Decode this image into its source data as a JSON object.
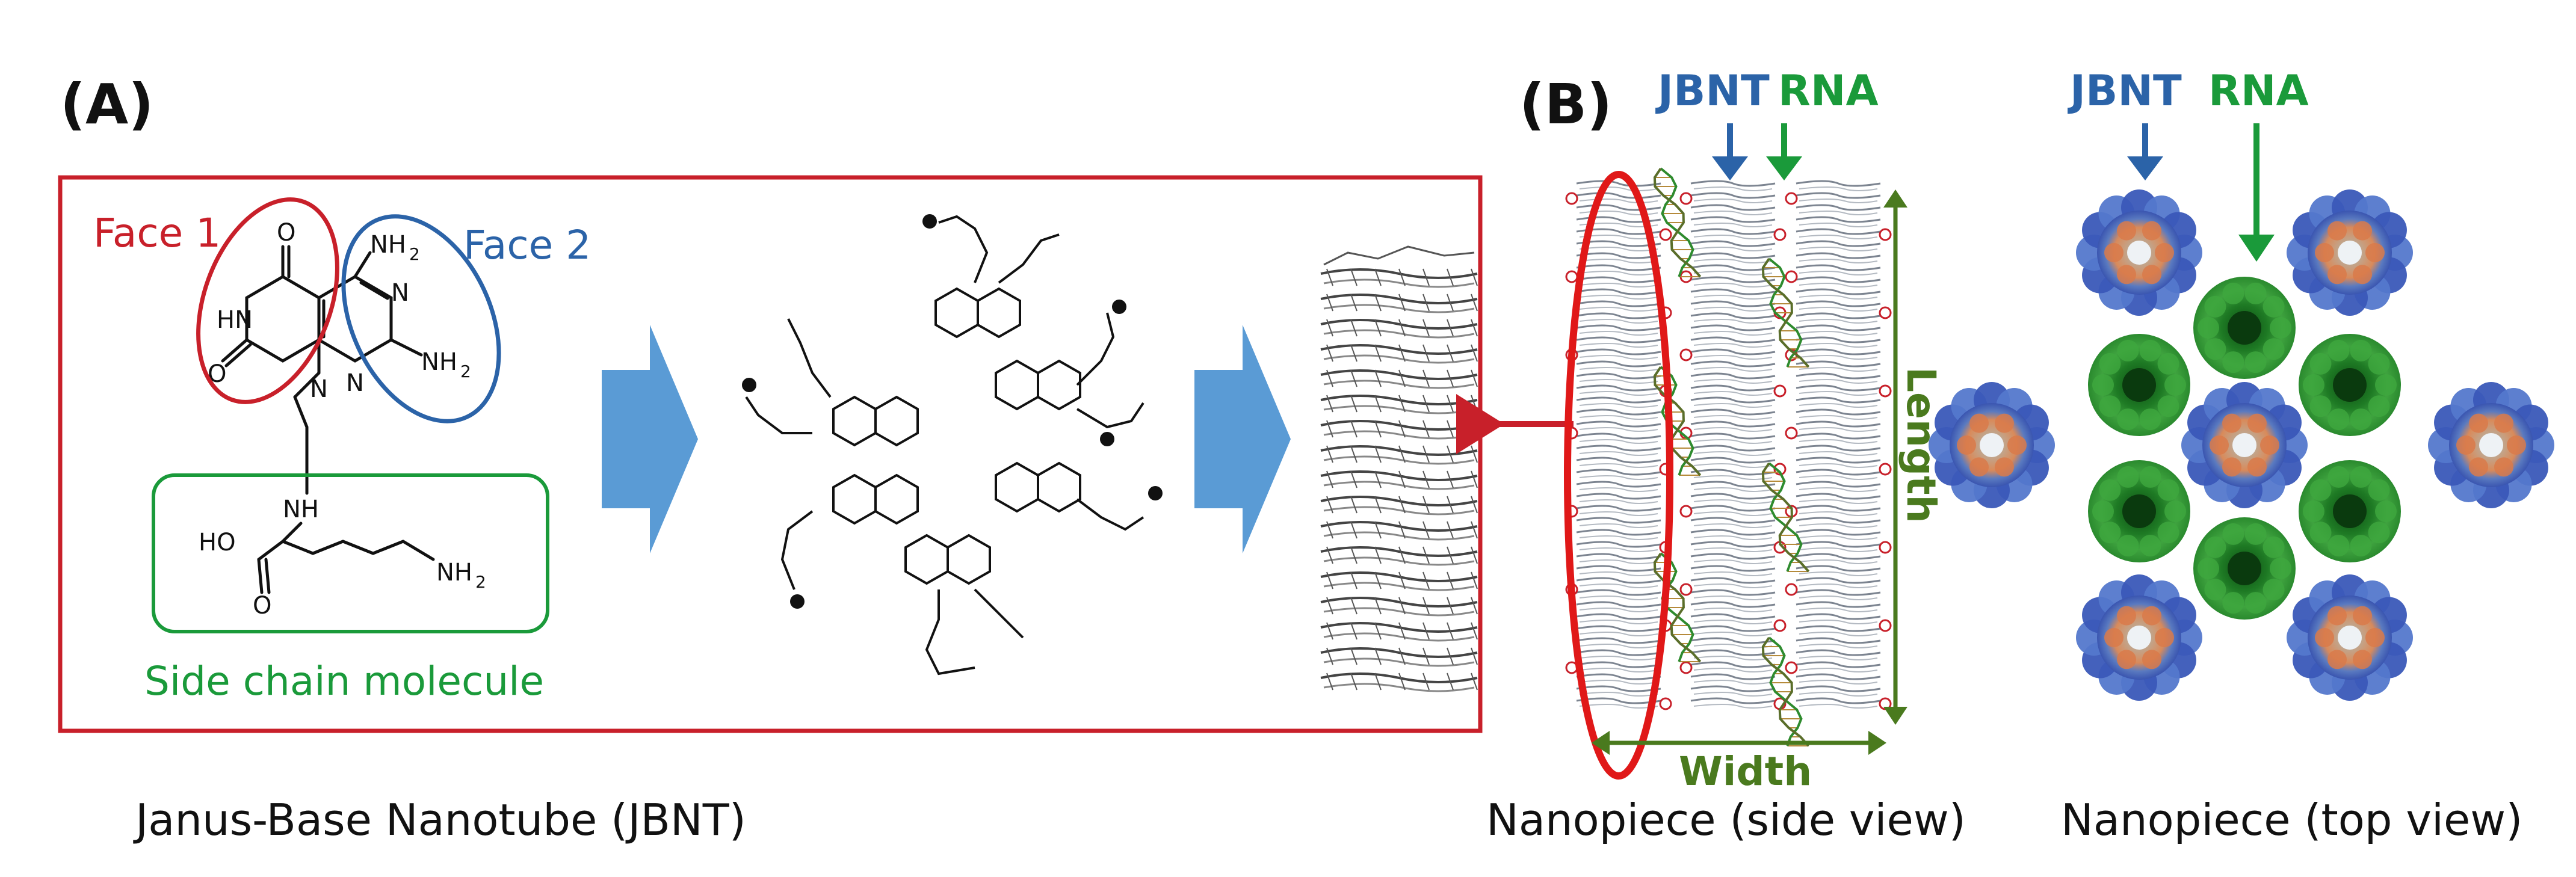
{
  "panel_a": {
    "label": "(A)",
    "face1_label": "Face 1",
    "face2_label": "Face 2",
    "side_chain_label": "Side chain molecule",
    "caption": "Janus-Base Nanotube (JBNT)",
    "atoms": {
      "hn": "HN",
      "o": "O",
      "n": "N",
      "nh": "NH",
      "ho": "HO",
      "nh2": "NH",
      "sub2": "2"
    }
  },
  "panel_b": {
    "label": "(B)",
    "jbnt_label": "JBNT",
    "rna_label": "RNA",
    "length_label": "Length",
    "width_label": "Width",
    "side_caption": "Nanopiece (side view)",
    "top_caption": "Nanopiece (top view)"
  },
  "colors": {
    "red": "#c8202a",
    "blue": "#2b63a8",
    "green": "#1a9a3a",
    "dark_green": "#4a7a1e",
    "arrow_blue": "#5a9bd5",
    "rna_green": "#2e8b2e"
  }
}
